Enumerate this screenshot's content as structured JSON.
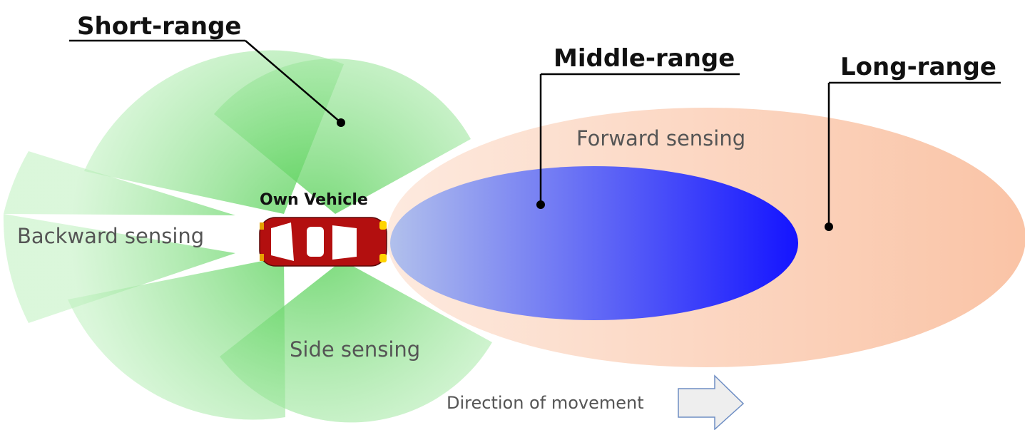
{
  "labels": {
    "short_range": "Short-range",
    "middle_range": "Middle-range",
    "long_range": "Long-range",
    "forward_sensing": "Forward sensing",
    "backward_sensing": "Backward sensing",
    "side_sensing": "Side sensing",
    "own_vehicle": "Own Vehicle",
    "direction": "Direction of movement"
  },
  "colors": {
    "short_range_fill": "#5ccf5c",
    "middle_range_fill": "#1a1aff",
    "long_range_fill": "#f8b58a",
    "car_body": "#b30f0f",
    "arrow_fill": "#eeeeee",
    "arrow_stroke": "#6e8ec4"
  }
}
